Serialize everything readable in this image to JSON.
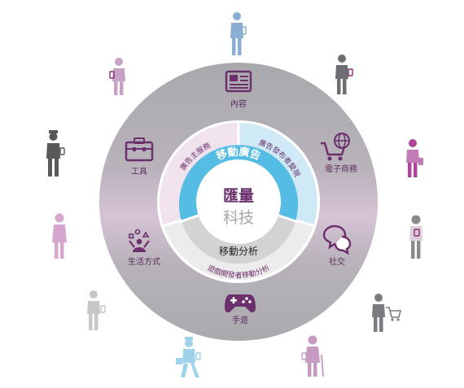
{
  "center": {
    "line1": "匯量",
    "line2": "科技"
  },
  "inner": {
    "mobile_ads": "移動廣告",
    "mobile_analytics": "移動分析",
    "advertisers": "廣告主服務",
    "publishers": "廣告發布者變現",
    "game_dev": "遊戲開發者移動分析"
  },
  "sectors": {
    "content": "內容",
    "ecommerce": "電子商務",
    "social": "社交",
    "games": "手遊",
    "lifestyle": "生活方式",
    "tools": "工具"
  },
  "colors": {
    "purple": "#6b2f6b",
    "blue": "#55bde4",
    "outer_gray": "#a5a6aa",
    "outer_pink": "#d9c4d9",
    "light_pink": "#f0e3ee",
    "light_blue": "#cfe9f5",
    "light_gray": "#ececec",
    "mid_gray": "#d0d0d0"
  }
}
